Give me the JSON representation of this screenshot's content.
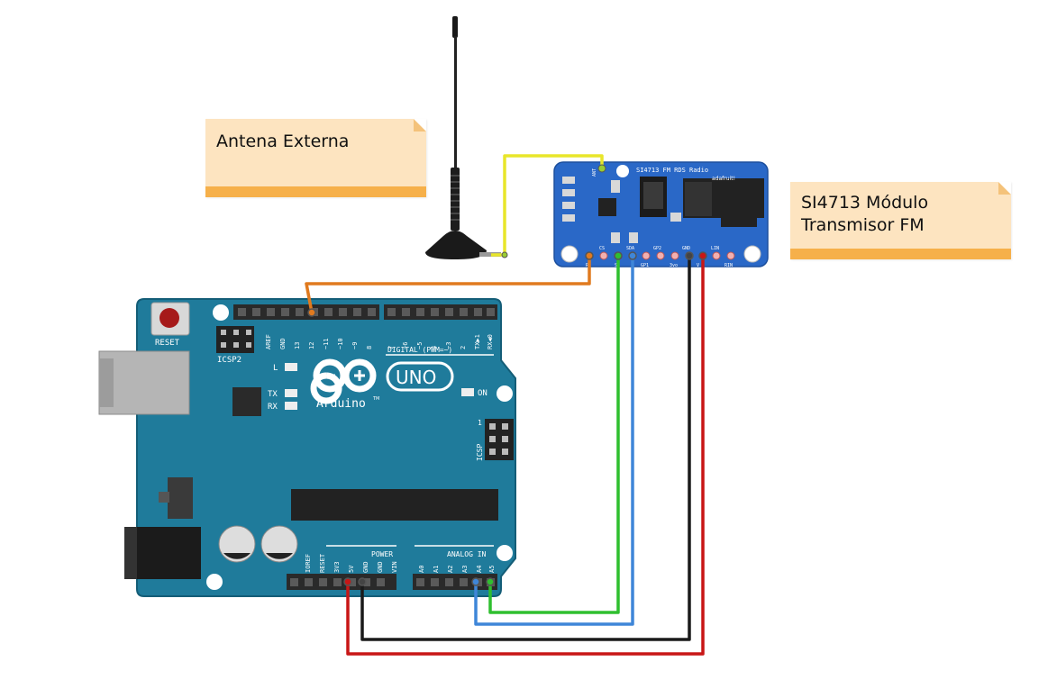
{
  "notes": {
    "antenna": "Antena Externa",
    "module_line1": "SI4713 Módulo",
    "module_line2": "Transmisor FM"
  },
  "module": {
    "title": "SI4713 FM RDS Radio",
    "brand": "adafruit!",
    "pin_ant": "ANT",
    "pin_cs": "CS",
    "pin_sda": "SDA",
    "pin_gp2": "GP2",
    "pin_gnd": "GND",
    "pin_lin": "LIN",
    "pin_gp1": "GP1",
    "pin_3vo": "3vo",
    "pin_rin": "RIN",
    "pin_r": "R",
    "pin_s": "S",
    "pin_v": "V"
  },
  "arduino": {
    "reset": "RESET",
    "icsp2": "ICSP2",
    "icsp": "ICSP",
    "icsp_num": "1",
    "logo_uno": "UNO",
    "logo_arduino": "Arduino",
    "tm": "TM",
    "led_l": "L",
    "led_tx": "TX",
    "led_rx": "RX",
    "led_on": "ON",
    "digital": "DIGITAL (PWM=~)",
    "power": "POWER",
    "analog": "ANALOG IN",
    "digital_pins": [
      "AREF",
      "GND",
      "13",
      "12",
      "~11",
      "~10",
      "~9",
      "8",
      "7",
      "~6",
      "~5",
      "4",
      "~3",
      "2",
      "TX▶1",
      "RX◀0"
    ],
    "power_pins": [
      "IOREF",
      "RESET",
      "3V3",
      "5V",
      "GND",
      "GND",
      "VIN"
    ],
    "analog_pins": [
      "A0",
      "A1",
      "A2",
      "A3",
      "A4",
      "A5"
    ]
  },
  "colors": {
    "board": "#1f7b9b",
    "module": "#2a68c7",
    "wire_orange": "#e07a1f",
    "wire_green": "#2fbf2f",
    "wire_blue": "#3f86d8",
    "wire_black": "#1a1a1a",
    "wire_red": "#c81616",
    "wire_yellow": "#e8e62a",
    "note_bg": "#fde4c0",
    "note_bar": "#f6b04a"
  }
}
